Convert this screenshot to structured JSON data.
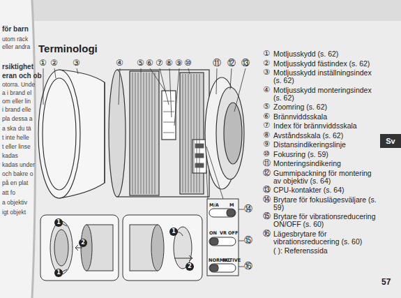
{
  "diagram": {
    "title": "Terminologi",
    "nodes": [
      {
        "text": [
          "Sv"
        ]
      }
    ],
    "labels": [
      "för barn",
      "utom räck",
      "eller andra",
      "rsiktighet",
      "eran och ob",
      "otorra. Unde",
      "a i brand el",
      "om eller lin",
      "i brand elle",
      "pla dessa a",
      "a ska du tä",
      "t inte helle",
      "t eller linse",
      "kadas",
      "kadas under",
      "och bakre o",
      "på en plat",
      "att fo",
      "a objektiv",
      "igt objekt",
      "①",
      "②",
      "③",
      "④",
      "⑤",
      "⑥",
      "⑦",
      "⑧",
      "⑨",
      "⑩",
      "⑪",
      "⑫",
      "⑬",
      "M/A",
      "M",
      "ON",
      "VR",
      "OFF",
      "NORMAL",
      "ACTIVE",
      "⑭",
      "⑮",
      "⑯",
      "1",
      "1",
      "2",
      "1",
      "2",
      "①",
      "Motljusskydd (s. 62)",
      "②",
      "Motljusskydd fästindex (s. 62)",
      "③",
      "Motljusskydd inställningsindex (s. 62)",
      "④",
      "Motljusskydd monteringsindex (s. 62)",
      "⑤",
      "Zoomring (s. 62)",
      "⑥",
      "Brännviddsskala",
      "⑦",
      "Index för brännviddsskala",
      "⑧",
      "Avståndsskala (s. 62)",
      "⑨",
      "Distansindikeringslinje",
      "⑩",
      "Fokusring (s. 59)",
      "⑪",
      "Monteringsindikering",
      "⑫",
      "Gummipackning för montering av objektiv (s. 64)",
      "⑬",
      "CPU-kontakter (s. 64)",
      "⑭",
      "Brytare för fokuslägesväljare (s. 59)",
      "⑮",
      "Brytare för vibrationsreducering ON/OFF (s. 60)",
      "⑯",
      "Lägesbrytare för vibrationsreducering (s. 60)",
      "( ): Referenssida",
      "57"
    ]
  }
}
